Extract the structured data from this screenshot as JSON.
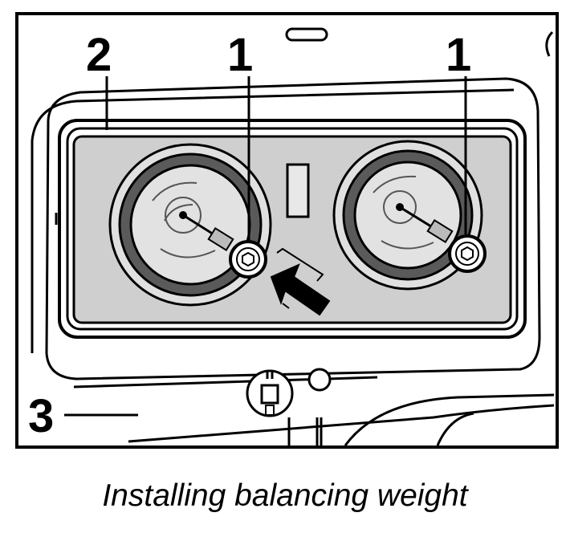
{
  "callouts": {
    "screw_left": "1",
    "screw_right": "1",
    "weight": "2",
    "part": "3"
  },
  "caption": "Installing balancing weight",
  "colors": {
    "line": "#000000",
    "plate_fill": "#cfcfcf",
    "ring_dark": "#5a5a5a",
    "hub_fill": "#e2e2e2",
    "background": "#ffffff"
  }
}
